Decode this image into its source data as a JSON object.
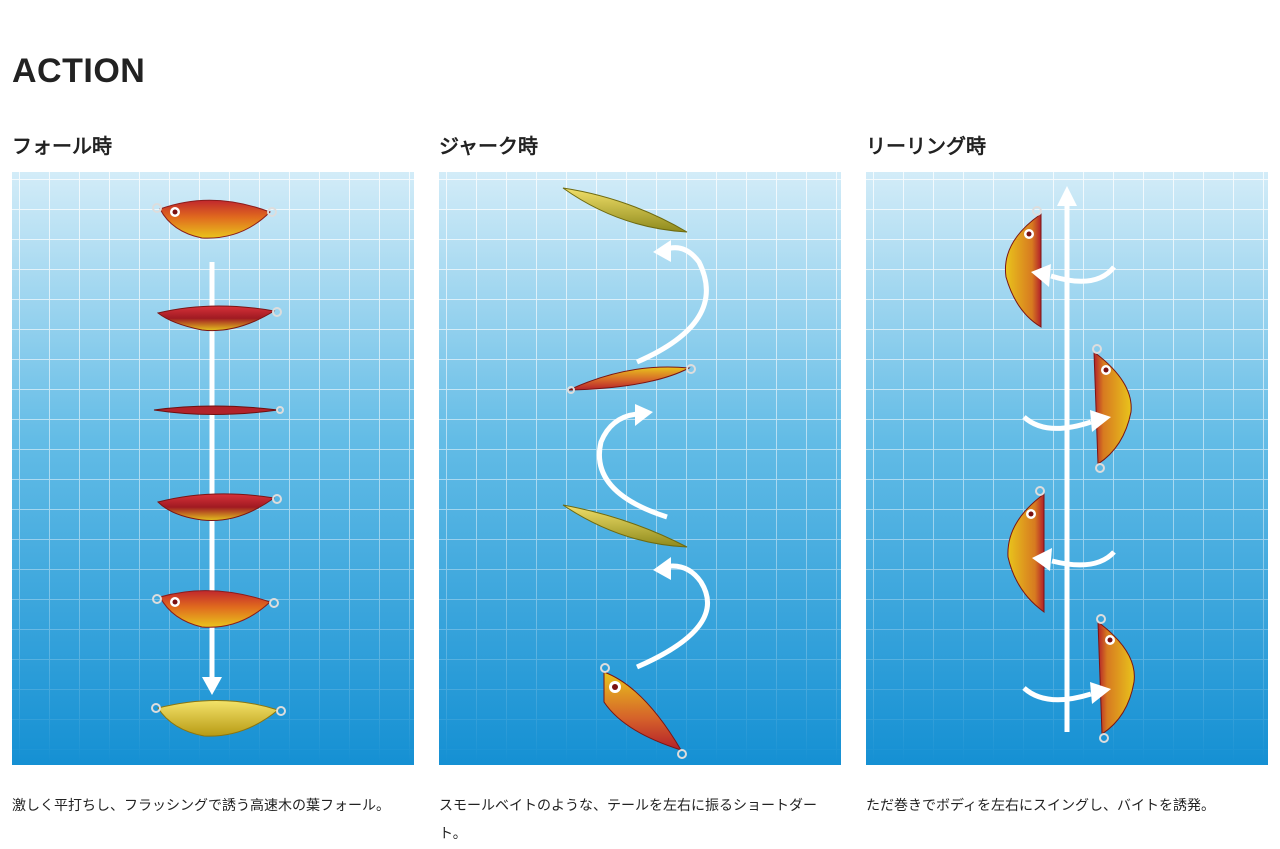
{
  "page": {
    "title": "ACTION"
  },
  "actions": [
    {
      "title": "フォール時",
      "caption": "激しく平打ちし、フラッシングで誘う高速木の葉フォール。"
    },
    {
      "title": "ジャーク時",
      "caption": "スモールベイトのような、テールを左右に振るショートダート。"
    },
    {
      "title": "リーリング時",
      "caption": "ただ巻きでボディを左右にスイングし、バイトを誘発。"
    }
  ],
  "colors": {
    "water_top": "#cfe9f7",
    "water_bottom": "#1a93d5",
    "grid": "#ffffff",
    "lure_gold": "#e8c21c",
    "lure_red": "#c0282a",
    "arrow": "#ffffff"
  },
  "icons": {
    "fish-lure": "fish-lure-icon",
    "arrow": "white-arrow-icon"
  }
}
